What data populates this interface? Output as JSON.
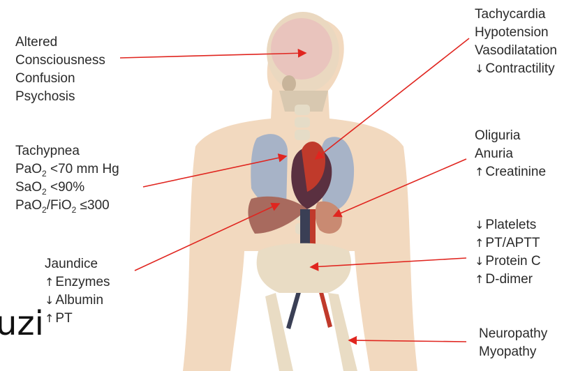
{
  "brain_labels": [
    "Altered",
    "Consciousness",
    "Confusion",
    "Psychosis"
  ],
  "cardio_labels": [
    "Tachycardia",
    "Hypotension",
    "Vasodilatation",
    "Contractility"
  ],
  "lung_labels": {
    "line1": "Tachypnea",
    "line2_a": "PaO",
    "line2_sub": "2",
    "line2_b": " <70 mm Hg",
    "line3_a": "SaO",
    "line3_sub": "2",
    "line3_b": " <90%",
    "line4_a": "PaO",
    "line4_sub": "2",
    "line4_b": "/FiO",
    "line4_sub2": "2",
    "line4_c": " ≤300"
  },
  "kidney_labels": [
    "Oliguria",
    "Anuria",
    "Creatinine"
  ],
  "coag_labels": [
    "Platelets",
    "PT/APTT",
    "Protein C",
    "D-dimer"
  ],
  "liver_labels": [
    "Jaundice",
    "Enzymes",
    "Albumin",
    "PT"
  ],
  "neuro_labels": [
    "Neuropathy",
    "Myopathy"
  ],
  "overlay_text": "uzi",
  "arrows": {
    "down": "↓",
    "up": "↑"
  },
  "colors": {
    "arrow": "#e0251f",
    "skin": "#f2d9bf",
    "bone": "#efe4cc",
    "lung": "#a7b3c7",
    "heart": "#c03a2b",
    "liver": "#a86a5e"
  }
}
